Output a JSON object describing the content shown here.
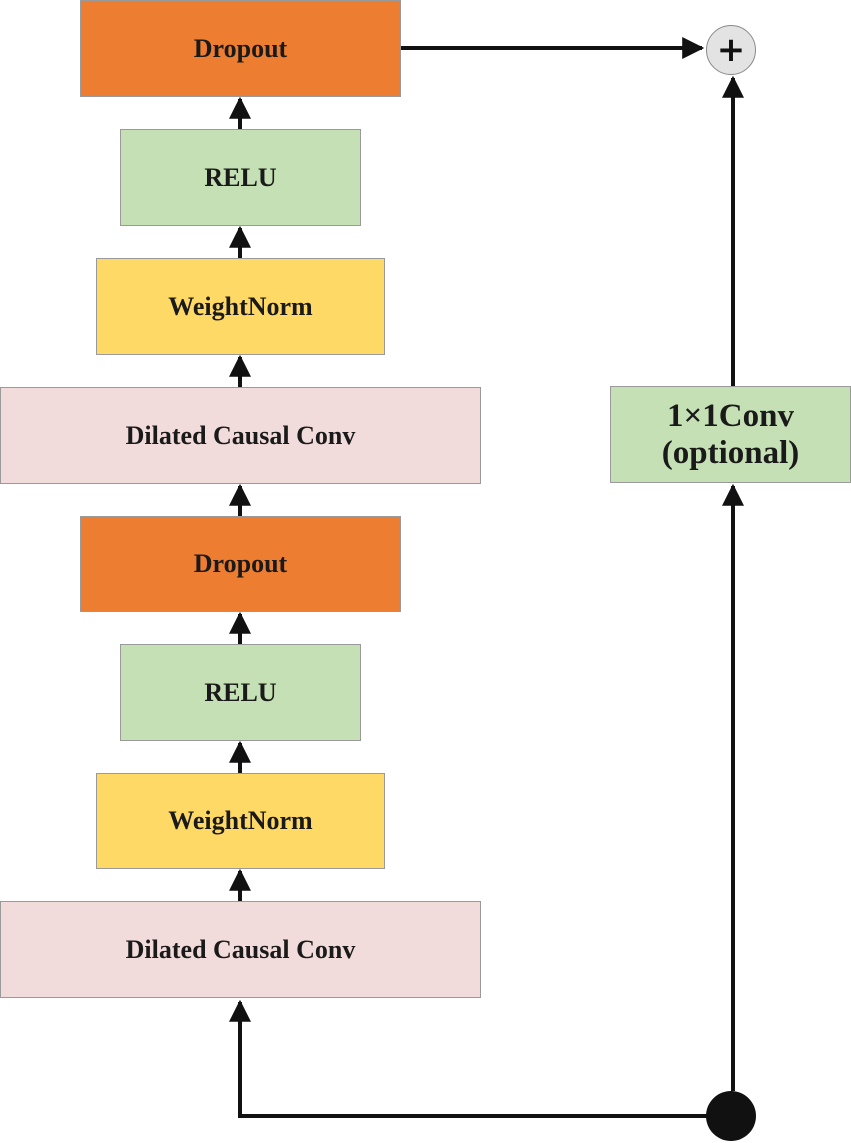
{
  "colors": {
    "dropout": "#ed7d31",
    "relu": "#c5e0b4",
    "weightnorm": "#ffd966",
    "conv": "#f2dcdb",
    "residual": "#c5e0b4",
    "add_node": "#e3e3e3",
    "input_node": "#111111",
    "arrow": "#111111"
  },
  "blocks": {
    "dropout_top": "Dropout",
    "relu_top": "RELU",
    "weightnorm_top": "WeightNorm",
    "conv_top": "Dilated Causal Conv",
    "dropout_bottom": "Dropout",
    "relu_bottom": "RELU",
    "weightnorm_bottom": "WeightNorm",
    "conv_bottom": "Dilated Causal Conv"
  },
  "residual": {
    "line1": "1×1Conv",
    "line2": "(optional)"
  },
  "add_symbol": "+"
}
